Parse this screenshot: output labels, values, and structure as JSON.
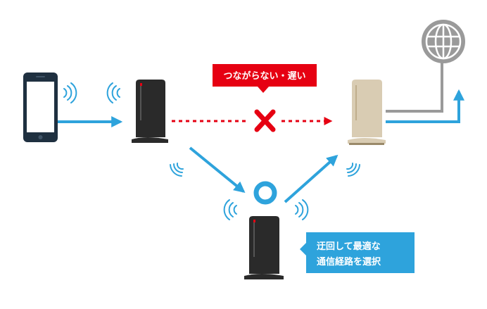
{
  "labels": {
    "slow_connection": "つながらない・遅い",
    "detour_line1": "迂回して最適な",
    "detour_line2": "通信経路を選択"
  },
  "colors": {
    "blue": "#2ea3dc",
    "red": "#e60012",
    "gray": "#9a9a9a",
    "router_black": "#2a2a2a",
    "router_gold": "#d9ccb3",
    "white": "#ffffff"
  },
  "icons": [
    "smartphone-icon",
    "extender-router-icon",
    "main-router-icon",
    "globe-icon",
    "wifi-signal-icon",
    "x-mark-icon",
    "circle-ok-icon"
  ]
}
